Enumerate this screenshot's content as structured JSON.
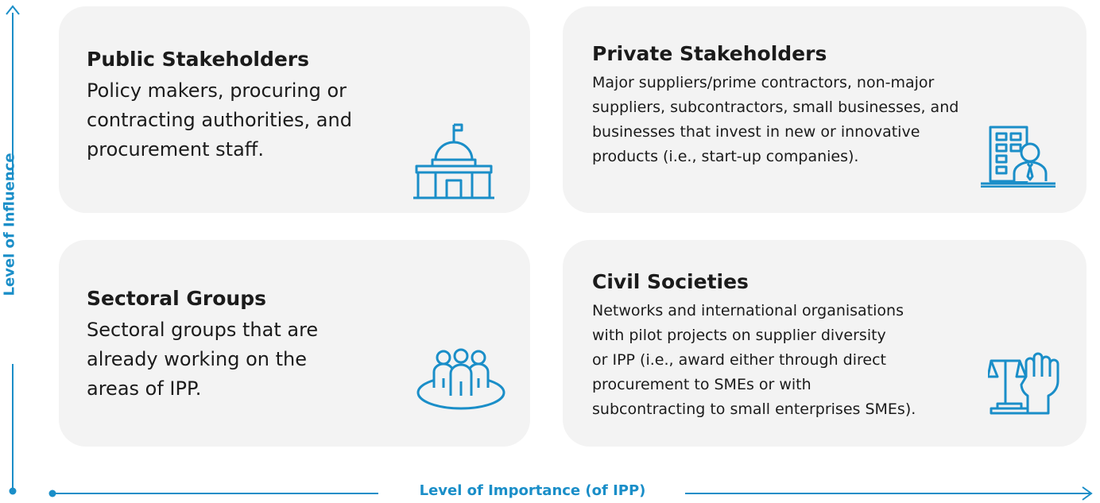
{
  "colors": {
    "accent": "#1a8ec8",
    "card_bg": "#f3f3f3"
  },
  "axes": {
    "y_label": "Level of Influence",
    "x_label": "Level of Importance (of IPP)"
  },
  "quadrants": {
    "top_left": {
      "title": "Public Stakeholders",
      "body": "Policy makers, procuring or\ncontracting authorities, and\nprocurement staff.",
      "icon": "government-building-icon"
    },
    "top_right": {
      "title": "Private Stakeholders",
      "body": "Major suppliers/prime contractors, non-major\nsuppliers, subcontractors, small businesses, and\nbusinesses that invest in new or innovative\nproducts (i.e., start-up companies).",
      "icon": "office-businessman-icon"
    },
    "bottom_left": {
      "title": "Sectoral Groups",
      "body": "Sectoral groups that are\nalready working on the\nareas of IPP.",
      "icon": "group-of-people-icon"
    },
    "bottom_right": {
      "title": "Civil Societies",
      "body": "Networks and international organisations\nwith pilot projects on supplier diversity\nor IPP (i.e., award either through direct\nprocurement to SMEs or with\nsubcontracting to small enterprises SMEs).",
      "icon": "justice-fist-icon"
    }
  }
}
